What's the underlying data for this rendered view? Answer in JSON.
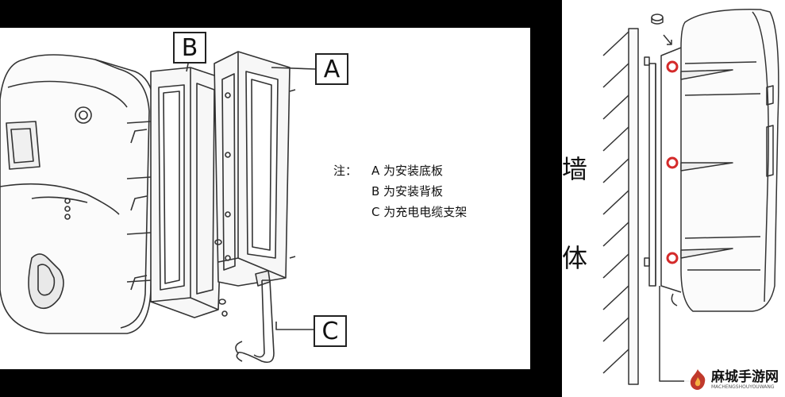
{
  "labels": {
    "a": "A",
    "b": "B",
    "c": "C"
  },
  "note": {
    "prefix": "注：",
    "line1": "A 为安装底板",
    "line2": "B 为安装背板",
    "line3": "C 为充电电缆支架"
  },
  "wall": {
    "char1": "墙",
    "char2": "体"
  },
  "watermark": {
    "text": "麻城手游网",
    "sub": "MACHENGSHOUYOUWANG"
  },
  "colors": {
    "marker": "#d42a2a",
    "line": "#333333",
    "background": "#000000"
  }
}
